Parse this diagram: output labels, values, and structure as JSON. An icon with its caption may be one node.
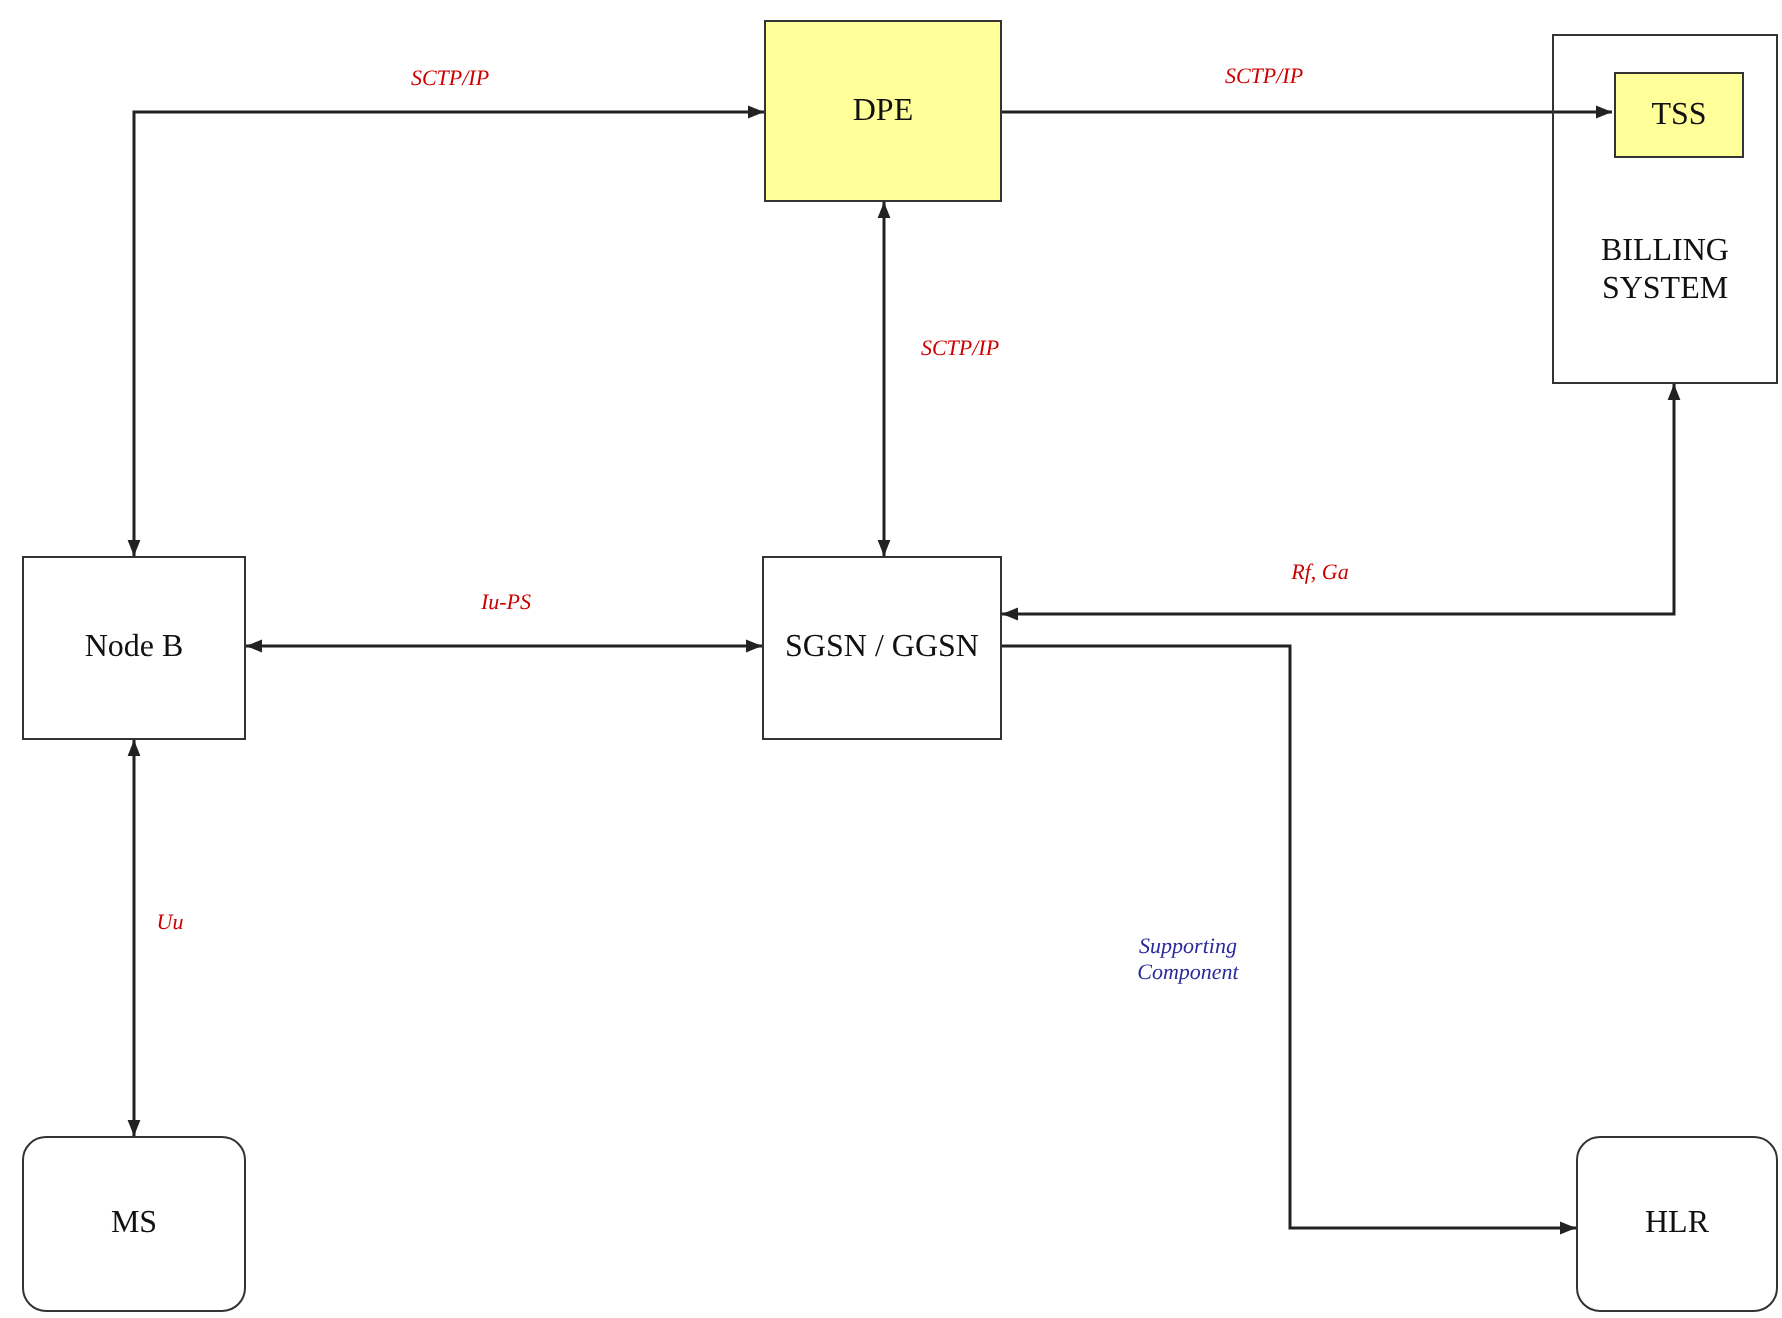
{
  "diagram": {
    "nodes": [
      {
        "text": [
          "DPE"
        ]
      },
      {
        "text": [
          "BILLING SYSTEM"
        ]
      },
      {
        "text": [
          "TSS"
        ],
        "in": 1
      },
      {
        "text": [
          "Node B"
        ]
      },
      {
        "text": [
          "SGSN / GGSN"
        ]
      },
      {
        "text": [
          "MS"
        ]
      },
      {
        "text": [
          "HLR"
        ]
      }
    ],
    "edges": [
      {
        "from": 3,
        "to": 0,
        "arrow": "both",
        "label": "SCTP/IP"
      },
      {
        "from": 0,
        "to": 2,
        "arrow": "to",
        "label": "SCTP/IP"
      },
      {
        "from": 0,
        "to": 4,
        "arrow": "both",
        "label": "SCTP/IP"
      },
      {
        "from": 3,
        "to": 4,
        "arrow": "both",
        "label": "Iu-PS"
      },
      {
        "from": 4,
        "to": 1,
        "arrow": "both",
        "label": "Rf, Ga"
      },
      {
        "from": 3,
        "to": 5,
        "arrow": "both",
        "label": "Uu"
      },
      {
        "from": 4,
        "to": 6,
        "arrow": "to",
        "label": "Supporting Component"
      }
    ]
  }
}
